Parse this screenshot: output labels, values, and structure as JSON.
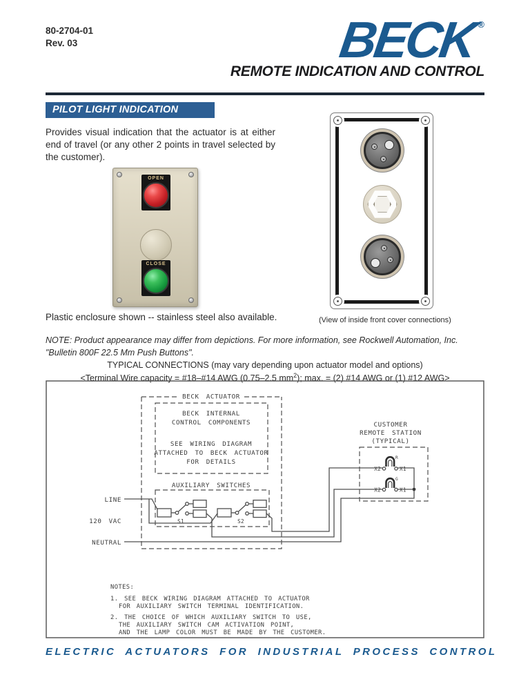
{
  "header": {
    "doc_number": "80-2704-01",
    "revision": "Rev. 03",
    "logo": "BECK",
    "registered": "®",
    "tagline": "REMOTE INDICATION AND CONTROL"
  },
  "section": {
    "title": "PILOT LIGHT INDICATION",
    "intro": "Provides visual indication that the actuator is at either end of travel (or any other 2 points in travel selected by the customer)."
  },
  "pushbutton_station": {
    "open_label": "OPEN",
    "close_label": "CLOSE"
  },
  "captions": {
    "cover_view": "(View of inside front cover connections)",
    "enclosure": "Plastic enclosure shown -- stainless steel also available."
  },
  "product_note": {
    "line1": "NOTE:  Product appearance may differ from depictions.  For more information, see Rockwell Automation, Inc.",
    "line2": "\"Bulletin 800F 22.5 Mm Push Buttons\"."
  },
  "connections": {
    "title": "TYPICAL CONNECTIONS (may vary depending upon actuator model and options)",
    "cap_pre": "<Terminal Wire capacity = #18–#14 AWG (0.75–2.5 mm",
    "cap_sup": "2",
    "cap_post": "); max. = (2) #14 AWG or (1) #12 AWG>"
  },
  "diagram": {
    "beck_actuator": "BECK ACTUATOR",
    "internal_line1": "BECK INTERNAL",
    "internal_line2": "CONTROL COMPONENTS",
    "internal_line3": "SEE WIRING DIAGRAM",
    "internal_line4": "ATTACHED TO BECK ACTUATOR",
    "internal_line5": "FOR DETAILS",
    "aux_switches": "AUXILIARY SWITCHES",
    "s1": "S1",
    "s2": "S2",
    "line_label": "LINE",
    "vac_label": "120 VAC",
    "neutral_label": "NEUTRAL",
    "customer_line1": "CUSTOMER",
    "customer_line2": "REMOTE STATION",
    "customer_line3": "(TYPICAL)",
    "x2": "X2",
    "x1": "X1",
    "lamp_red": "R",
    "lamp_green": "G",
    "notes_title": "NOTES:",
    "note1_line1": "1. SEE BECK WIRING DIAGRAM ATTACHED TO ACTUATOR",
    "note1_line2": "FOR AUXILIARY SWITCH TERMINAL IDENTIFICATION.",
    "note2_line1": "2. THE CHOICE OF WHICH AUXILIARY SWITCH TO USE,",
    "note2_line2": "THE AUXILIARY SWITCH CAM ACTIVATION POINT,",
    "note2_line3": "AND THE LAMP COLOR MUST BE MADE BY THE CUSTOMER."
  },
  "footer": {
    "tagline": "ELECTRIC ACTUATORS FOR INDUSTRIAL PROCESS CONTROL"
  },
  "colors": {
    "brand_blue": "#1b5a8f",
    "heading_bg": "#2d5f94",
    "lens_red": "#c21e24",
    "lens_green": "#169a3e"
  }
}
